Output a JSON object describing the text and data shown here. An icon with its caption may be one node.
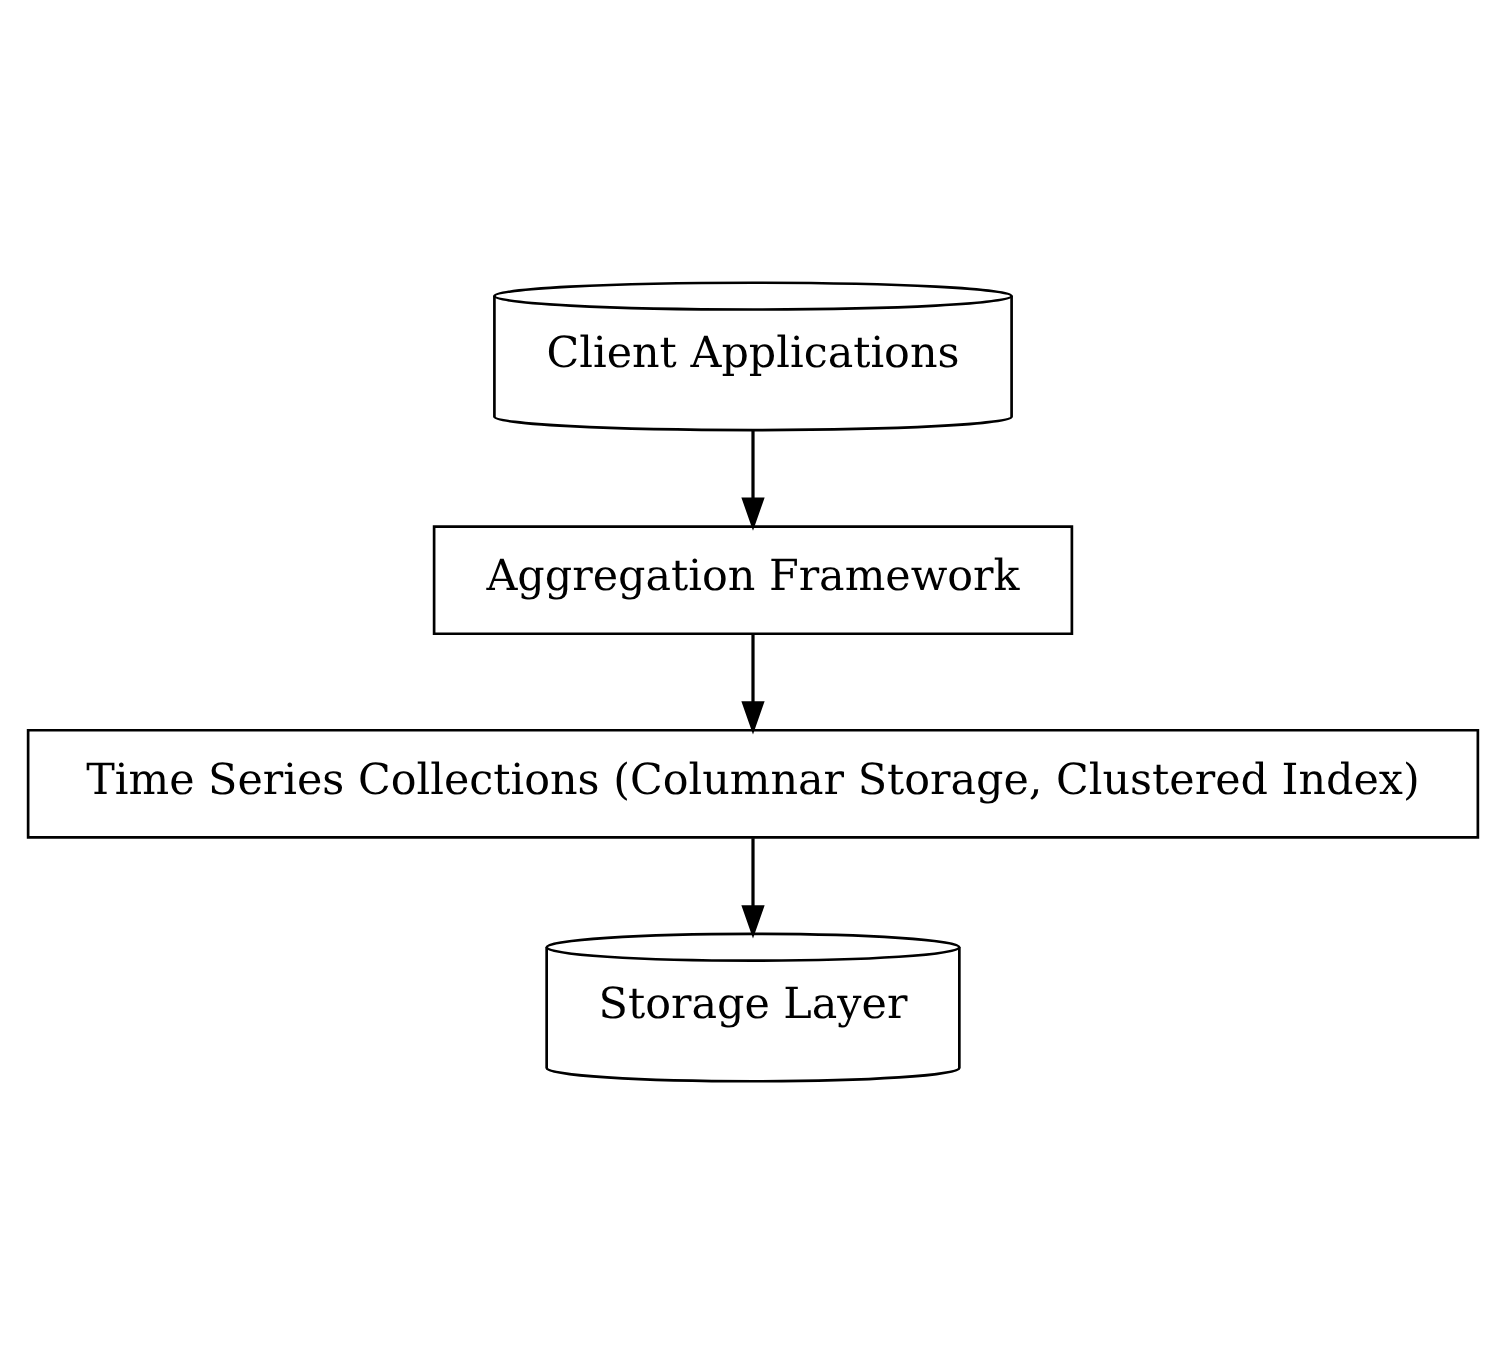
{
  "diagram": {
    "nodes": [
      {
        "text": [
          "Client Applications"
        ]
      },
      {
        "text": [
          "Aggregation Framework"
        ]
      },
      {
        "text": [
          "Time Series Collections (Columnar Storage, Clustered Index)"
        ]
      },
      {
        "text": [
          "Storage Layer"
        ]
      }
    ],
    "edges": [
      {
        "from": 0,
        "to": 1,
        "arrow": "to"
      },
      {
        "from": 1,
        "to": 2,
        "arrow": "to"
      },
      {
        "from": 2,
        "to": 3,
        "arrow": "to"
      }
    ]
  }
}
